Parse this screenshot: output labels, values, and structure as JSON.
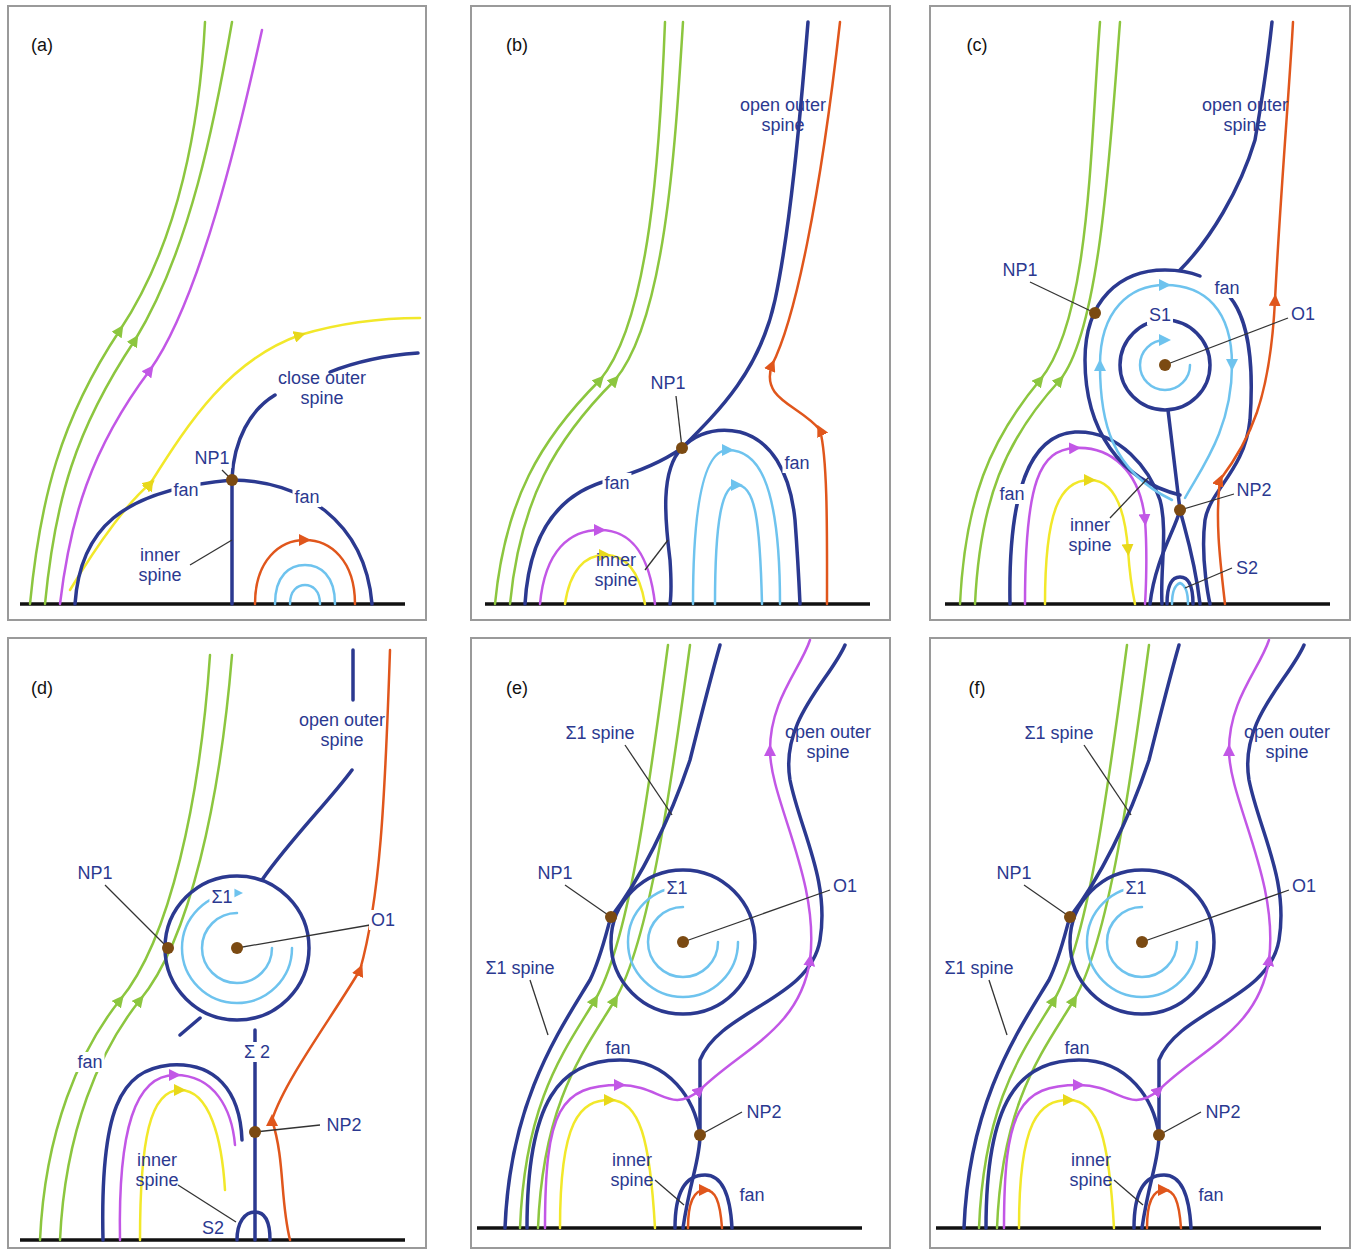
{
  "diagram": {
    "labels": [
      "(a)",
      "NP1",
      "close outer spine",
      "fan",
      "fan",
      "inner spine",
      "(b)",
      "open outer spine",
      "NP1",
      "fan",
      "fan",
      "inner spine",
      "(c)",
      "open outer spine",
      "NP1",
      "fan",
      "S1",
      "O1",
      "fan",
      "inner spine",
      "NP2",
      "S2",
      "(d)",
      "open outer spine",
      "NP1",
      "Σ1",
      "O1",
      "fan",
      "Σ 2",
      "NP2",
      "inner spine",
      "S2",
      "(e)",
      "Σ1 spine",
      "open outer spine",
      "NP1",
      "Σ1",
      "O1",
      "Σ1 spine",
      "fan",
      "NP2",
      "inner spine",
      "fan",
      "(f)",
      "Σ1 spine",
      "open outer spine",
      "NP1",
      "Σ1",
      "O1",
      "Σ1 spine",
      "fan",
      "NP2",
      "inner spine",
      "fan"
    ]
  }
}
